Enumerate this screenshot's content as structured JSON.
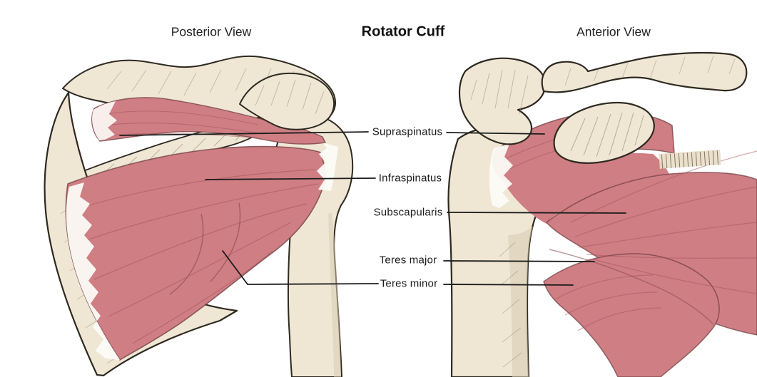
{
  "title": "Rotator Cuff",
  "views": {
    "posterior": "Posterior View",
    "anterior": "Anterior View"
  },
  "muscle_labels": {
    "supraspinatus": "Supraspinatus",
    "infraspinatus": "Infraspinatus",
    "subscapularis": "Subscapularis",
    "teres_major": "Teres major",
    "teres_minor": "Teres minor"
  },
  "colors": {
    "background": "#ffffff",
    "muscle": "#cf7e83",
    "muscle_light": "#dc9aa0",
    "muscle_dark": "#a4565c",
    "bone": "#efe7d4",
    "bone_shade": "#d8cdb2",
    "outline": "#2e2921",
    "tendon_white": "#fcfbf6",
    "leader_line": "#1c1c1c",
    "text": "#1b1b1b"
  }
}
